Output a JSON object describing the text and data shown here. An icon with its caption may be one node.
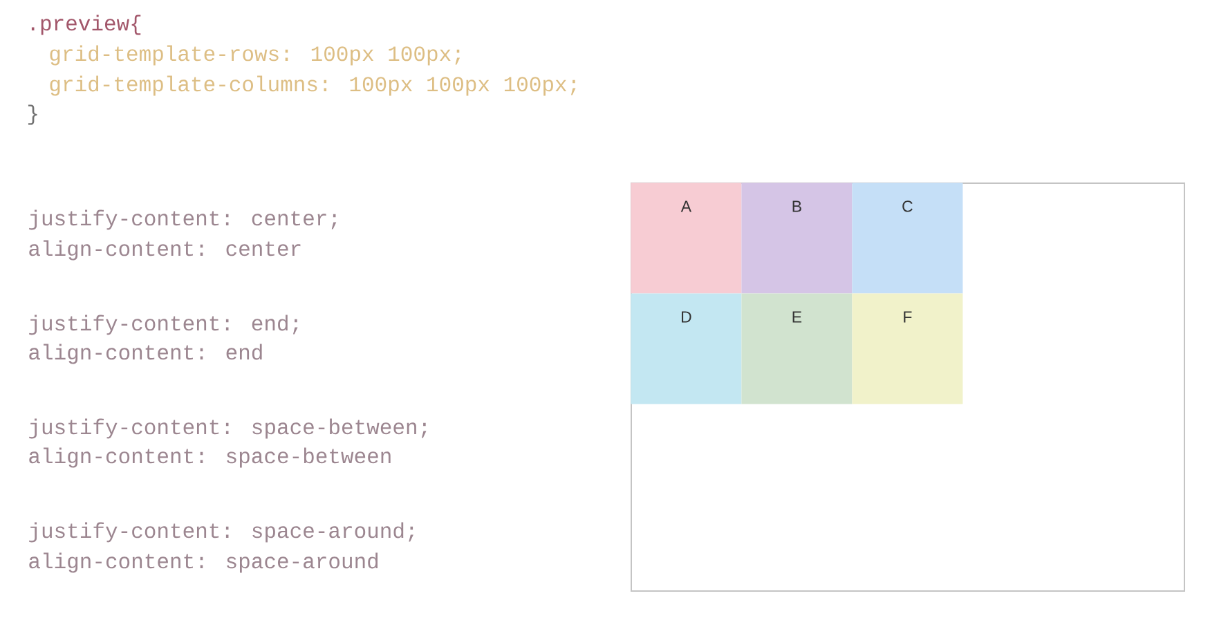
{
  "diagram": {
    "nodes": [
      {
        "text": [],
        "shape": "box"
      },
      {
        "text": [
          "A"
        ],
        "in": 0
      },
      {
        "text": [
          "B"
        ],
        "in": 0
      },
      {
        "text": [
          "C"
        ],
        "in": 0
      },
      {
        "text": [
          "D"
        ],
        "in": 0
      },
      {
        "text": [
          "E"
        ],
        "in": 0
      },
      {
        "text": [
          "F"
        ],
        "in": 0
      }
    ],
    "labels": [
      ".preview{",
      "grid-template-rows: 100px 100px;",
      "grid-template-columns: 100px 100px 100px;",
      "}",
      "justify-content: center;",
      "align-content: center",
      "justify-content: end;",
      "align-content: end",
      "justify-content: space-between;",
      "align-content: space-between",
      "justify-content: space-around;",
      "align-content: space-around"
    ]
  }
}
